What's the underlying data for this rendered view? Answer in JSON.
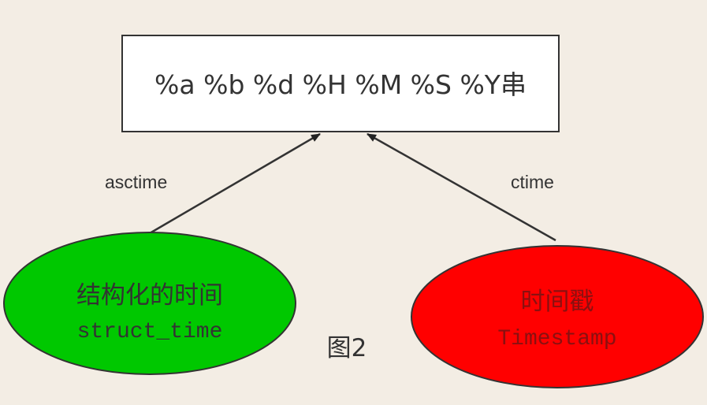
{
  "diagram": {
    "top_box": {
      "label": "%a %b %d %H %M %S %Y串",
      "fill": "#ffffff"
    },
    "left_node": {
      "line1": "结构化的时间",
      "line2": "struct_time",
      "fill": "#00c800"
    },
    "right_node": {
      "line1": "时间戳",
      "line2": "Timestamp",
      "fill": "#ff0000",
      "text_color": "#8a1010"
    },
    "edges": [
      {
        "label": "asctime",
        "from": "left_node",
        "to": "top_box"
      },
      {
        "label": "ctime",
        "from": "right_node",
        "to": "top_box"
      }
    ],
    "caption": "图2"
  }
}
